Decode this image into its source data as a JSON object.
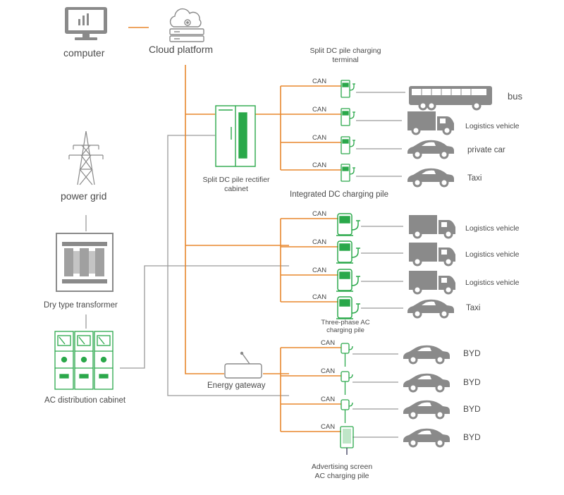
{
  "labels": {
    "computer": "computer",
    "cloud_platform": "Cloud platform",
    "power_grid": "power grid",
    "transformer": "Dry type transformer",
    "ac_cabinet": "AC distribution cabinet",
    "rectifier_line1": "Split DC pile rectifier",
    "rectifier_line2": "cabinet",
    "split_terminal_line1": "Split DC pile charging",
    "split_terminal_line2": "terminal",
    "integrated_pile": "Integrated DC charging pile",
    "three_phase_line1": "Three-phase AC",
    "three_phase_line2": "charging pile",
    "energy_gateway": "Energy gateway",
    "adv_line1": "Advertising screen",
    "adv_line2": "AC charging pile"
  },
  "can_label": "CAN",
  "groups": {
    "split_dc_vehicles": [
      "bus",
      "Logistics vehicle",
      "private car",
      "Taxi"
    ],
    "integrated_dc_vehicles": [
      "Logistics vehicle",
      "Logistics vehicle",
      "Logistics vehicle",
      "Taxi"
    ],
    "ac_vehicles": [
      "BYD",
      "BYD",
      "BYD",
      "BYD"
    ]
  },
  "colors": {
    "orange": "#e8872d",
    "gray": "#9a9a9a",
    "green": "#2aa84a",
    "icon_gray": "#8a8a8a"
  }
}
